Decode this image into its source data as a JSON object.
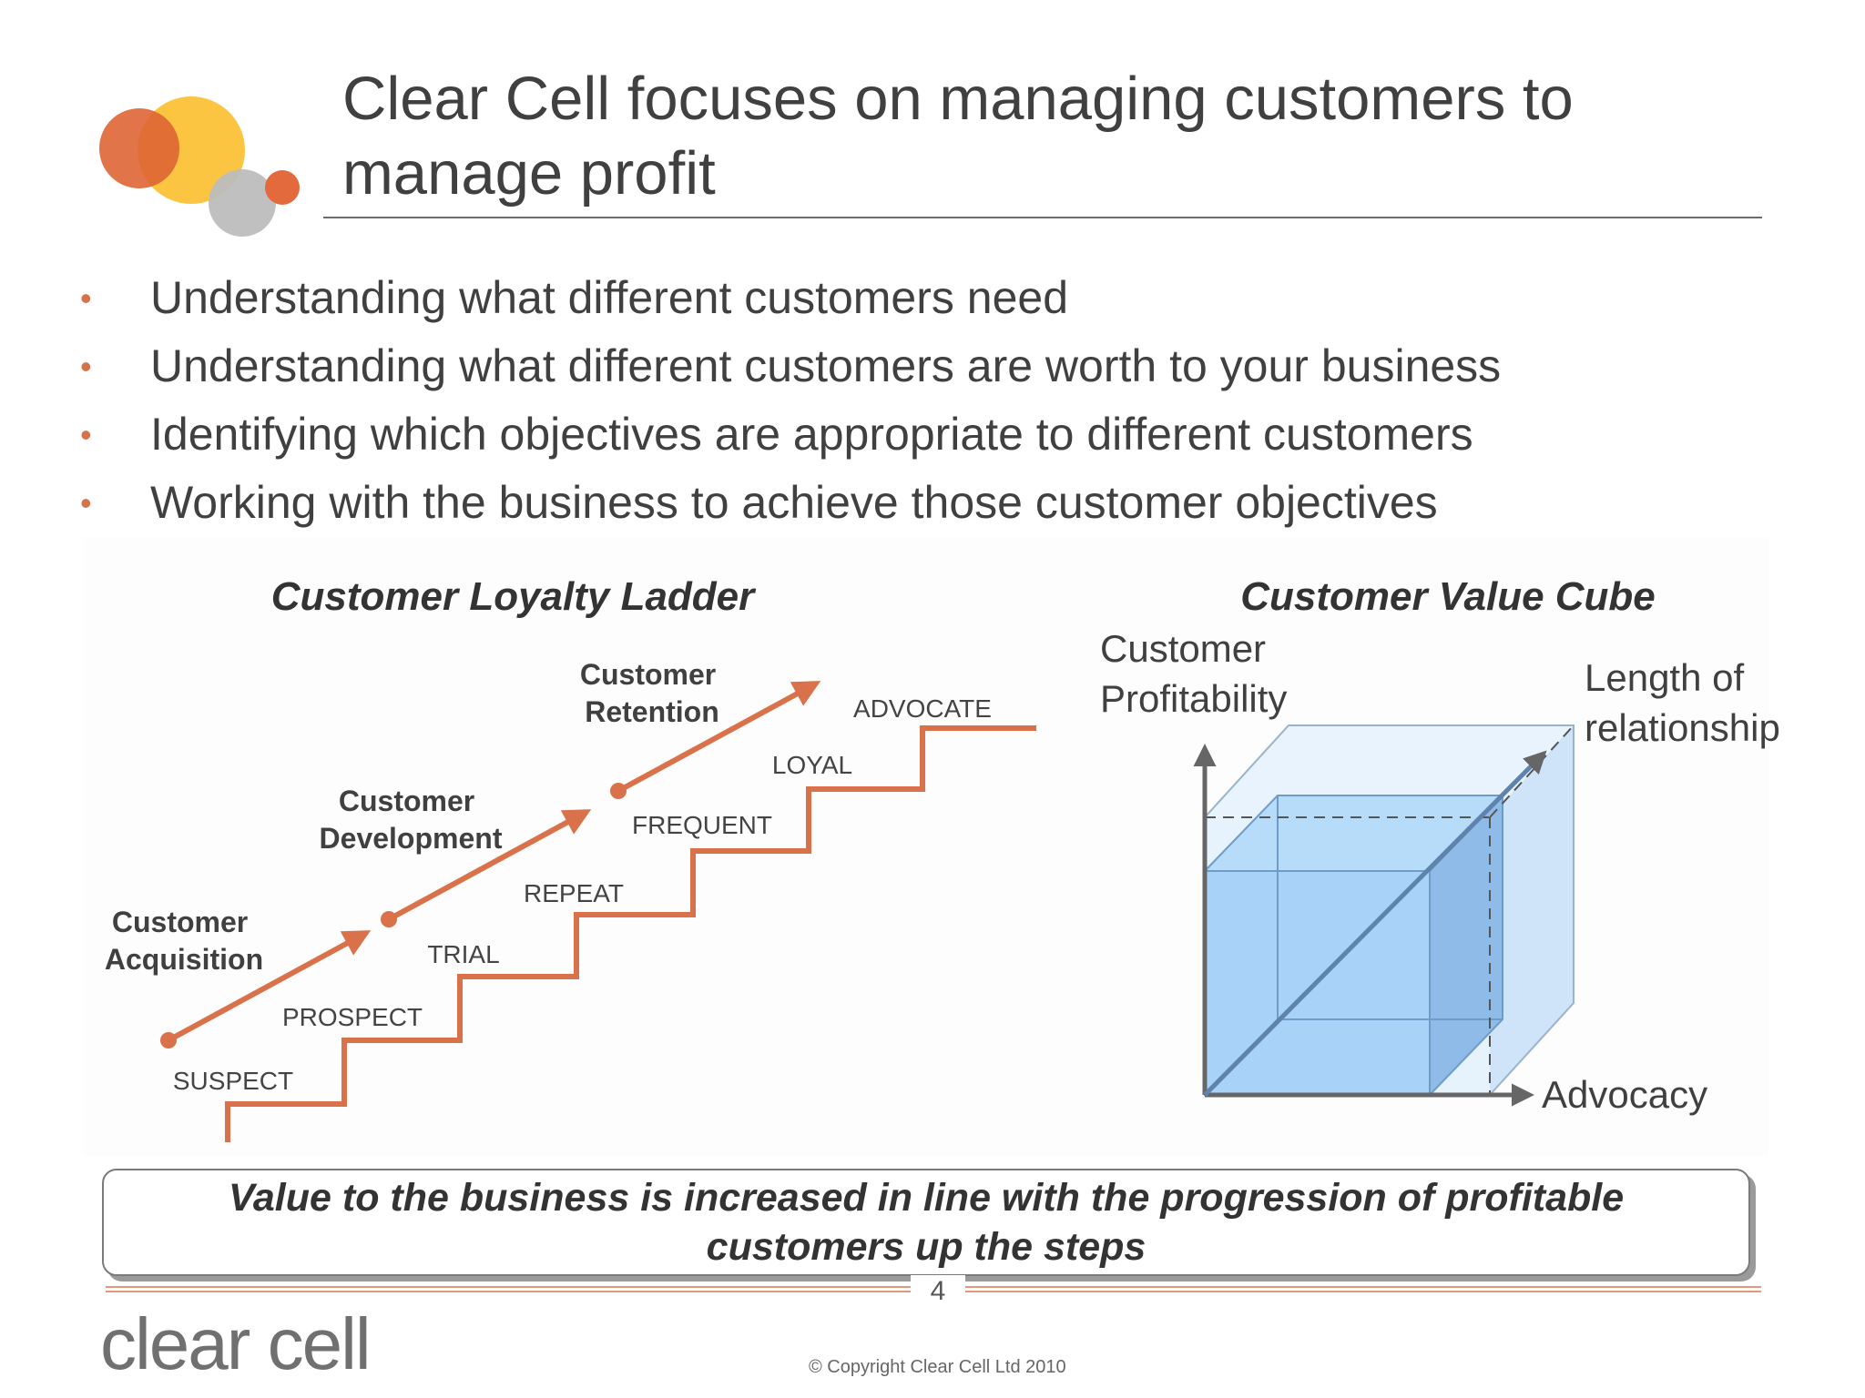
{
  "slide": {
    "title": "Clear Cell focuses on managing customers to manage profit",
    "bullets": [
      "Understanding what different customers need",
      "Understanding what different customers are worth to your business",
      "Identifying which objectives are appropriate to different customers",
      "Working with the business to achieve those customer objectives"
    ],
    "bullet_color": "#d4734a",
    "accent_color": "#d9714a"
  },
  "ladder": {
    "title": "Customer Loyalty Ladder",
    "stage_labels": [
      [
        "Customer",
        "Acquisition"
      ],
      [
        "Customer",
        "Development"
      ],
      [
        "Customer",
        "Retention"
      ]
    ],
    "steps": [
      "SUSPECT",
      "PROSPECT",
      "TRIAL",
      "REPEAT",
      "FREQUENT",
      "LOYAL",
      "ADVOCATE"
    ]
  },
  "cube": {
    "title": "Customer Value Cube",
    "y_axis": [
      "Customer",
      "Profitability"
    ],
    "z_axis": [
      "Length of",
      "relationship"
    ],
    "x_axis": "Advocacy",
    "inner_color": "#a9d4f7",
    "outer_color": "#dcecfb"
  },
  "summary": "Value to the business is increased in line with the progression of profitable customers up the steps",
  "footer": {
    "page_number": "4",
    "brand": "clear cell",
    "copyright": "© Copyright Clear Cell Ltd 2010"
  }
}
